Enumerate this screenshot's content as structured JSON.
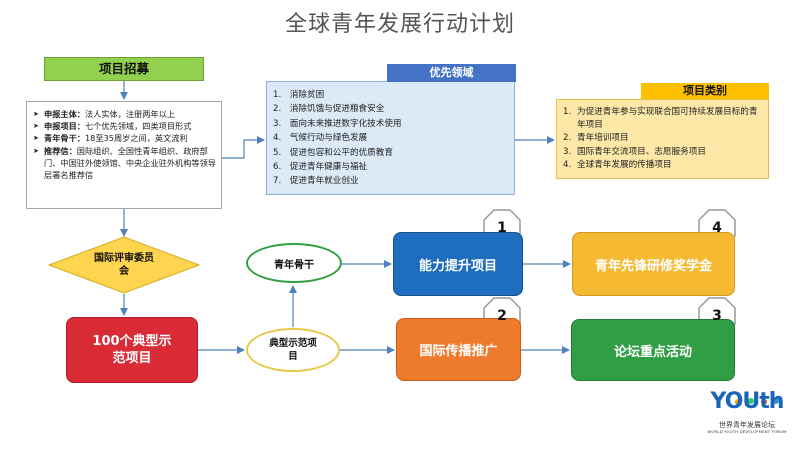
{
  "title": "全球青年发展行动计划",
  "recruit": {
    "header": "项目招募",
    "items": [
      {
        "label": "申报主体：",
        "text": "法人实体，注册两年以上"
      },
      {
        "label": "申报项目：",
        "text": "七个优先领域，四类项目形式"
      },
      {
        "label": "青年骨干：",
        "text": "18至35周岁之间，英文流利"
      },
      {
        "label": "推荐信：",
        "text": "国际组织、全国性青年组织、政府部门、中国驻外使领馆、中央企业驻外机构等领导层署名推荐信"
      }
    ]
  },
  "priority": {
    "header": "优先领域",
    "items": [
      "1.　消除贫困",
      "2.　消除饥饿与促进粮食安全",
      "3.　面向未来推进数字化技术使用",
      "4.　气候行动与绿色发展",
      "5.　促进包容和公平的优质教育",
      "6.　促进青年健康与福祉",
      "7.　促进青年就业创业"
    ]
  },
  "category": {
    "header": "项目类别",
    "items": [
      {
        "n": "1.",
        "text": "为促进青年参与实现联合国可持续发展目标的青年项目"
      },
      {
        "n": "2.",
        "text": "青年培训项目"
      },
      {
        "n": "3.",
        "text": "国际青年交流项目、志愿服务项目"
      },
      {
        "n": "4.",
        "text": "全球青年发展的传播项目"
      }
    ]
  },
  "nodes": {
    "committee": "国际评审委员会",
    "typical100": "100个典型示范项目",
    "backbone": "青年骨干",
    "model": "典型示范项目",
    "capacity": "能力提升项目",
    "scholarship": "青年先锋研修奖学金",
    "communication": "国际传播推广",
    "forum": "论坛重点活动"
  },
  "badges": {
    "capacity": "1",
    "communication": "2",
    "forum": "3",
    "scholarship": "4"
  },
  "logo": {
    "main": "YOUth",
    "cn": "世界青年发展论坛",
    "en": "WORLD YOUTH DEVELOPMENT FORUM"
  },
  "colors": {
    "green_header": "#92d050",
    "blue_header": "#4472c4",
    "blue_box": "#dce9f7",
    "orange_header": "#ffc000",
    "orange_box": "#fde8a8",
    "committee": "#ffd54f",
    "typical100": "#d92b35",
    "capacity": "#1f6dbf",
    "scholarship": "#f5b932",
    "communication": "#ee7a2b",
    "forum": "#2f9e44",
    "connector": "#4f81bd"
  }
}
